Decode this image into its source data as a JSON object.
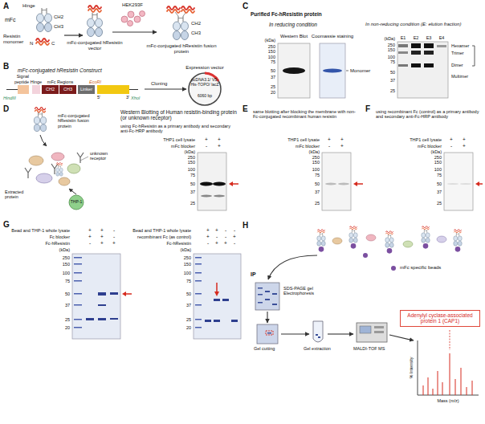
{
  "diagram": {
    "nodes": [
      {
        "text": [
          "Signal peptide"
        ]
      },
      {
        "text": [
          "Hinge"
        ]
      },
      {
        "text": [
          "CH2"
        ]
      },
      {
        "text": [
          "CH3"
        ]
      },
      {
        "text": [
          "Linker"
        ]
      },
      {
        "text": [
          "5'",
          "3'"
        ]
      },
      {
        "text": [
          "Adenylyl cyclase-associated protein 1 (CAP1)"
        ]
      }
    ],
    "labels": [
      "A",
      "mFc",
      "Hinge",
      "CH2",
      "CH3",
      "Resistin monomer",
      "N",
      "C",
      "mFc-conjugated hResistin vector",
      "HEK293F",
      "mFc-conjugated hResistin fusion protein",
      "CH2",
      "CH3",
      "B",
      "mFc-conjugated hResistin Construct",
      "mFc Regions",
      "EcoRI",
      "HindIII",
      "XhoI",
      "Cloning",
      "Expression vector",
      "pcDNA3.1/ V5-His-TOPO/ lacZ",
      "6060 bp",
      "C",
      "Purified Fc-hResistin protein",
      "In reducing condition",
      "Western Blot",
      "Coomassie staining",
      "(kDa)",
      "250",
      "150",
      "100",
      "75",
      "50",
      "37",
      "25",
      "20",
      "Monomer",
      "In non-reducing condition (E: elution fraction)",
      "E1",
      "E2",
      "E3",
      "E4",
      "(kDa)",
      "250",
      "150",
      "100",
      "75",
      "50",
      "37",
      "25",
      "Hexamer",
      "Trimer",
      "Dimer",
      "Multimer",
      "D",
      "mFc-conjugated hResistin fusion protein",
      "unknown receptor",
      "Extracted protein",
      "THP-1",
      "Western Blotting of Human resistin-binding protein (or unknown receptor)",
      "using Fc-hResistin as a primary antibody and secondary anti-Fc-HRP antibody",
      "THP1 cell lysate",
      "+",
      "+",
      "mFc blocker",
      "-",
      "+",
      "(kDa)",
      "250",
      "150",
      "100",
      "75",
      "50",
      "37",
      "25",
      "E",
      "same blotting after blocking the membrane with non-Fc-conjugated recombinant human resistin",
      "THP1 cell lysate",
      "+",
      "+",
      "mFc blocker",
      "-",
      "+",
      "(kDa)",
      "250",
      "150",
      "100",
      "75",
      "50",
      "37",
      "25",
      "F",
      "using recombinant Fc (control) as a primary antibody and secondary anti-Fc-HRP antibody",
      "THP1 cell lysate",
      "+",
      "+",
      "mFc blocker",
      "-",
      "+",
      "(kDa)",
      "250",
      "150",
      "100",
      "75",
      "50",
      "37",
      "25",
      "G",
      "Bead and THP-1 whole lysate",
      "+",
      "+",
      "-",
      "Fc blocker",
      "+",
      "+",
      "-",
      "Fc-hResistin",
      "-",
      "+",
      "+",
      "(kDa)",
      "250",
      "150",
      "100",
      "75",
      "50",
      "37",
      "25",
      "20",
      "Bead and THP-1 whole lysate",
      "+",
      "+",
      "-",
      "-",
      "recombinant Fc (as control)",
      "+",
      "-",
      "-",
      "+",
      "Fc-hResistin",
      "-",
      "+",
      "+",
      "-",
      "(kDa)",
      "250",
      "150",
      "100",
      "75",
      "50",
      "37",
      "25",
      "20",
      "H",
      "IP",
      "mFc specific beads",
      "SDS-PAGE gel Electrophoresis",
      "Gel cutting",
      "Gel extraction",
      "MALDI-TOF MS",
      "% Intensity",
      "Mass (m/z)"
    ]
  }
}
